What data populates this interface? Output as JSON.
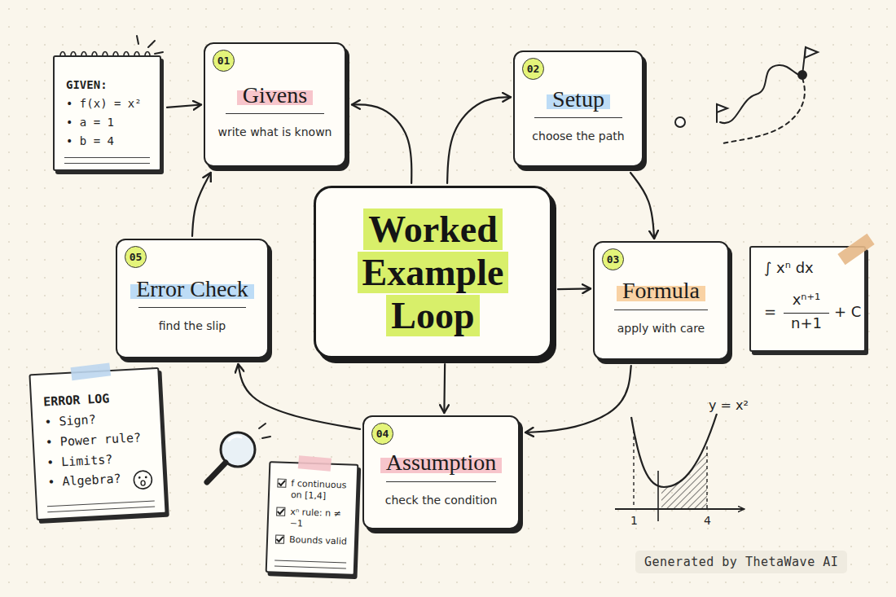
{
  "diagram": {
    "nodes": [
      {
        "text": [
          "01",
          "Givens",
          "write what is known"
        ]
      },
      {
        "text": [
          "02",
          "Setup",
          "choose the path"
        ]
      },
      {
        "text": [
          "Worked Example Loop"
        ]
      },
      {
        "text": [
          "03",
          "Formula",
          "apply with care"
        ]
      },
      {
        "text": [
          "04",
          "Assumption",
          "check the condition"
        ]
      },
      {
        "text": [
          "05",
          "Error Check",
          "find the slip"
        ]
      },
      {
        "text": [
          "GIVEN:",
          "• f(x) = x²",
          "• a = 1",
          "• b = 4"
        ]
      },
      {
        "text": [
          "∫ xⁿ dx",
          "=",
          "xⁿ⁺¹",
          "n+1",
          "+ C"
        ]
      },
      {
        "text": [
          "ERROR LOG",
          "• Sign?",
          "• Power rule?",
          "• Limits?",
          "• Algebra?"
        ]
      },
      {
        "text": [
          "f continuous on [1,4]",
          "xⁿ rule: n ≠ −1",
          "Bounds valid"
        ]
      }
    ],
    "edges": [
      {
        "from": 6,
        "to": 0,
        "arrow": "to"
      },
      {
        "from": 2,
        "to": 0,
        "arrow": "to"
      },
      {
        "from": 2,
        "to": 1,
        "arrow": "to"
      },
      {
        "from": 1,
        "to": 3,
        "arrow": "to"
      },
      {
        "from": 2,
        "to": 3,
        "arrow": "to"
      },
      {
        "from": 3,
        "to": 4,
        "arrow": "to"
      },
      {
        "from": 2,
        "to": 4,
        "arrow": "to"
      },
      {
        "from": 4,
        "to": 5,
        "arrow": "to"
      },
      {
        "from": 5,
        "to": 0,
        "arrow": "to"
      }
    ],
    "labels": [
      "y = x²",
      "1",
      "4",
      "Generated by ThetaWave AI"
    ]
  }
}
